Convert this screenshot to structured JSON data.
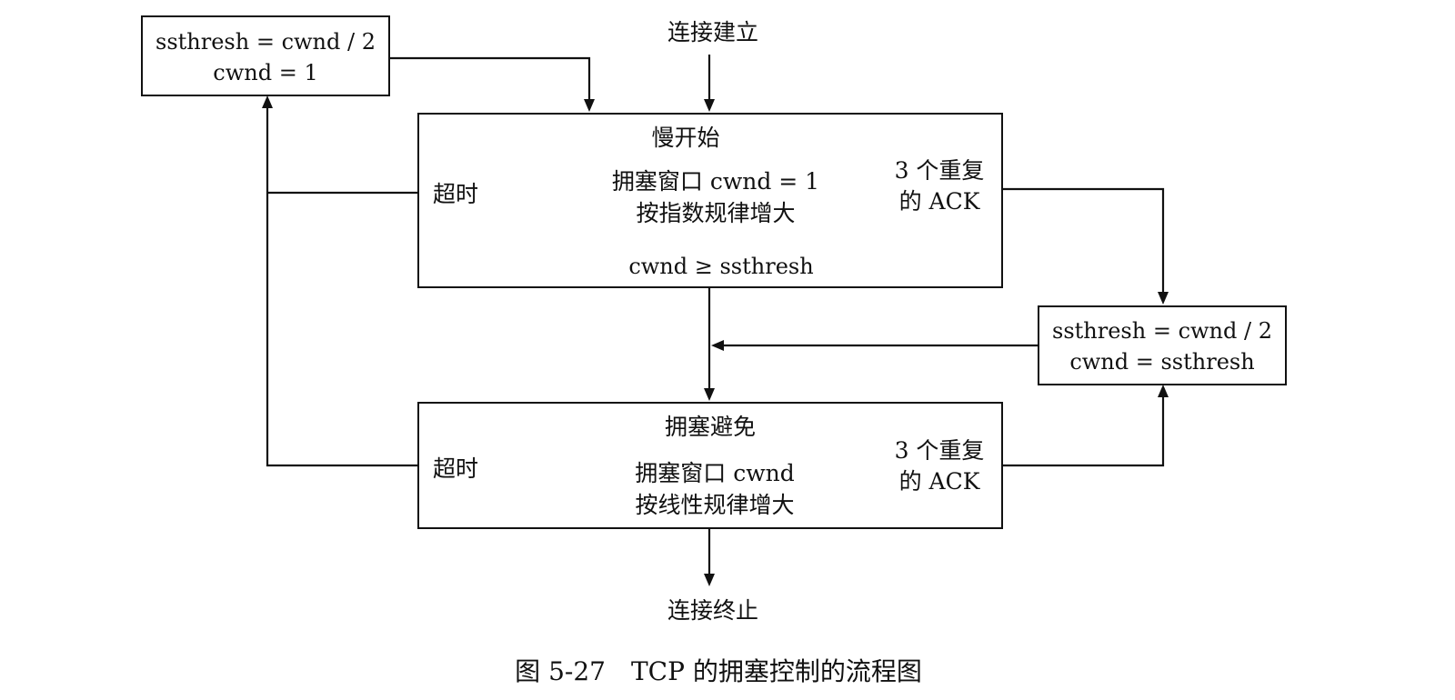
{
  "nodes": {
    "connect_start": {
      "label": "连接建立"
    },
    "timeout_reset": {
      "lines": [
        "ssthresh = cwnd / 2",
        "cwnd = 1"
      ]
    },
    "slow_start": {
      "title": "慢开始",
      "body": [
        "拥塞窗口 cwnd = 1",
        "按指数规律增大"
      ],
      "condition": "cwnd ≥ ssthresh",
      "left_event": "超时",
      "right_event": [
        "3 个重复",
        "的 ACK"
      ]
    },
    "fast_recovery": {
      "lines": [
        "ssthresh = cwnd / 2",
        "cwnd = ssthresh"
      ]
    },
    "congestion_avoidance": {
      "title": "拥塞避免",
      "body": [
        "拥塞窗口 cwnd",
        "按线性规律增大"
      ],
      "left_event": "超时",
      "right_event": [
        "3 个重复",
        "的 ACK"
      ]
    },
    "connect_end": {
      "label": "连接终止"
    }
  },
  "caption": "图 5-27　TCP 的拥塞控制的流程图",
  "colors": {
    "line": "#111111",
    "box_fill": "#ffffff",
    "background": "#ffffff"
  }
}
